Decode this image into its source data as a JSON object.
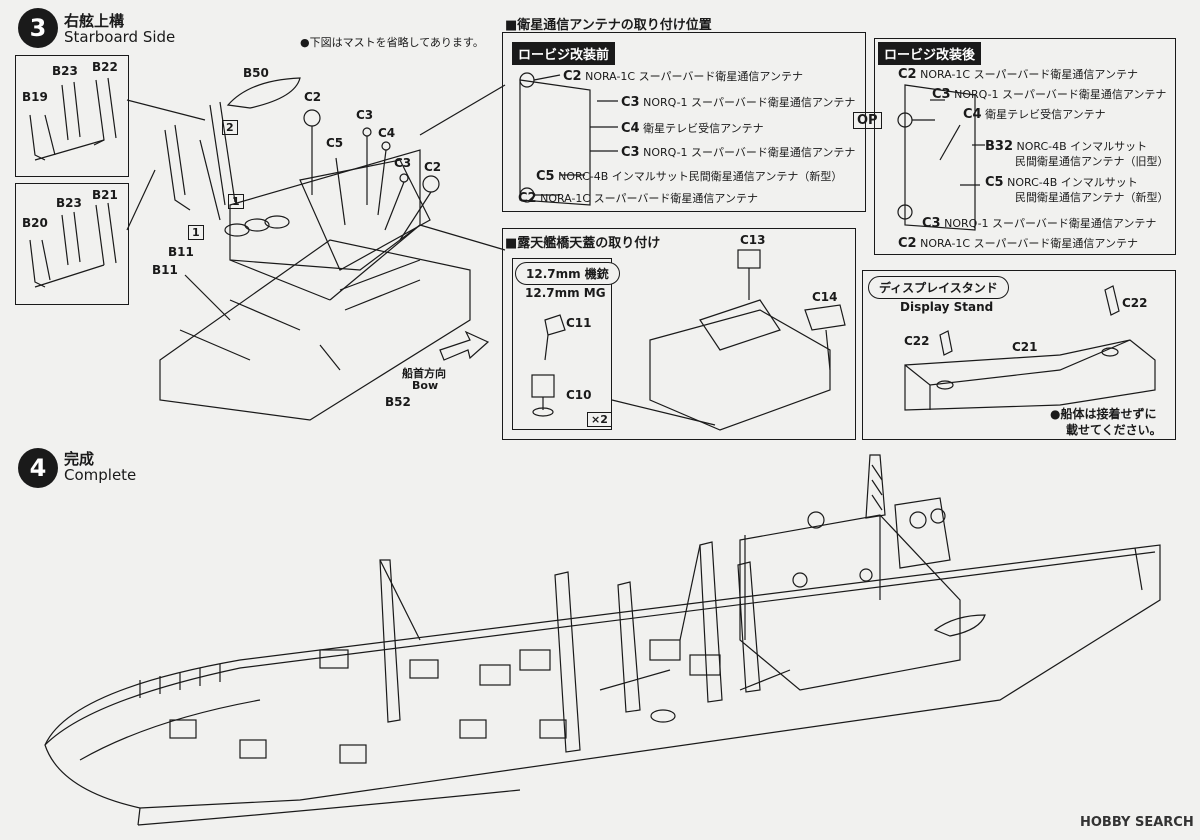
{
  "step3": {
    "number": "3",
    "title_jp": "右舷上構",
    "title_en": "Starboard Side",
    "note": "●下図はマストを省略してあります。"
  },
  "step4": {
    "number": "4",
    "title_jp": "完成",
    "title_en": "Complete"
  },
  "part_labels": {
    "b23a": "B23",
    "b22": "B22",
    "b19": "B19",
    "b23b": "B23",
    "b21": "B21",
    "b20": "B20",
    "b50": "B50",
    "b11a": "B11",
    "b11b": "B11",
    "b52": "B52",
    "c2a": "C2",
    "c3a": "C3",
    "c4": "C4",
    "c5": "C5",
    "c3b": "C3",
    "c2b": "C2",
    "box1a": "1",
    "box1b": "1",
    "box2": "2"
  },
  "bow_label": {
    "jp": "船首方向",
    "en": "Bow"
  },
  "antenna": {
    "title": "■衛星通信アンテナの取り付け位置",
    "before_tag": "ロービジ改装前",
    "after_tag": "ロービジ改装後",
    "op_label": "OP",
    "before_items": [
      {
        "part": "C2",
        "desc": "NORA-1C スーパーバード衛星通信アンテナ"
      },
      {
        "part": "C3",
        "desc": "NORQ-1 スーパーバード衛星通信アンテナ"
      },
      {
        "part": "C4",
        "desc": "衛星テレビ受信アンテナ"
      },
      {
        "part": "C3",
        "desc": "NORQ-1 スーパーバード衛星通信アンテナ"
      },
      {
        "part": "C5",
        "desc": "NORC-4B インマルサット民間衛星通信アンテナ（新型）"
      },
      {
        "part": "C2",
        "desc": "NORA-1C スーパーバード衛星通信アンテナ"
      }
    ],
    "after_items": [
      {
        "part": "C2",
        "desc": "NORA-1C スーパーバード衛星通信アンテナ"
      },
      {
        "part": "C3",
        "desc": "NORQ-1 スーパーバード衛星通信アンテナ"
      },
      {
        "part": "C4",
        "desc": "衛星テレビ受信アンテナ"
      },
      {
        "part": "B32",
        "desc": "NORC-4B インマルサット",
        "desc2": "民間衛星通信アンテナ（旧型）"
      },
      {
        "part": "C5",
        "desc": "NORC-4B インマルサット",
        "desc2": "民間衛星通信アンテナ（新型）"
      },
      {
        "part": "C3",
        "desc": "NORQ-1 スーパーバード衛星通信アンテナ"
      },
      {
        "part": "C2",
        "desc": "NORA-1C スーパーバード衛星通信アンテナ"
      }
    ]
  },
  "bridge": {
    "title": "■露天艦橋天蓋の取り付け",
    "mg_pill": "12.7mm 機銃",
    "mg_en": "12.7mm MG",
    "c11": "C11",
    "c10": "C10",
    "x2": "×2",
    "c13": "C13",
    "c14": "C14"
  },
  "stand": {
    "title_jp": "ディスプレイスタンド",
    "title_en": "Display Stand",
    "c22a": "C22",
    "c22b": "C22",
    "c21": "C21",
    "note_line1": "●船体は接着せずに",
    "note_line2": "載せてください。"
  },
  "watermark": "HOBBY SEARCH"
}
